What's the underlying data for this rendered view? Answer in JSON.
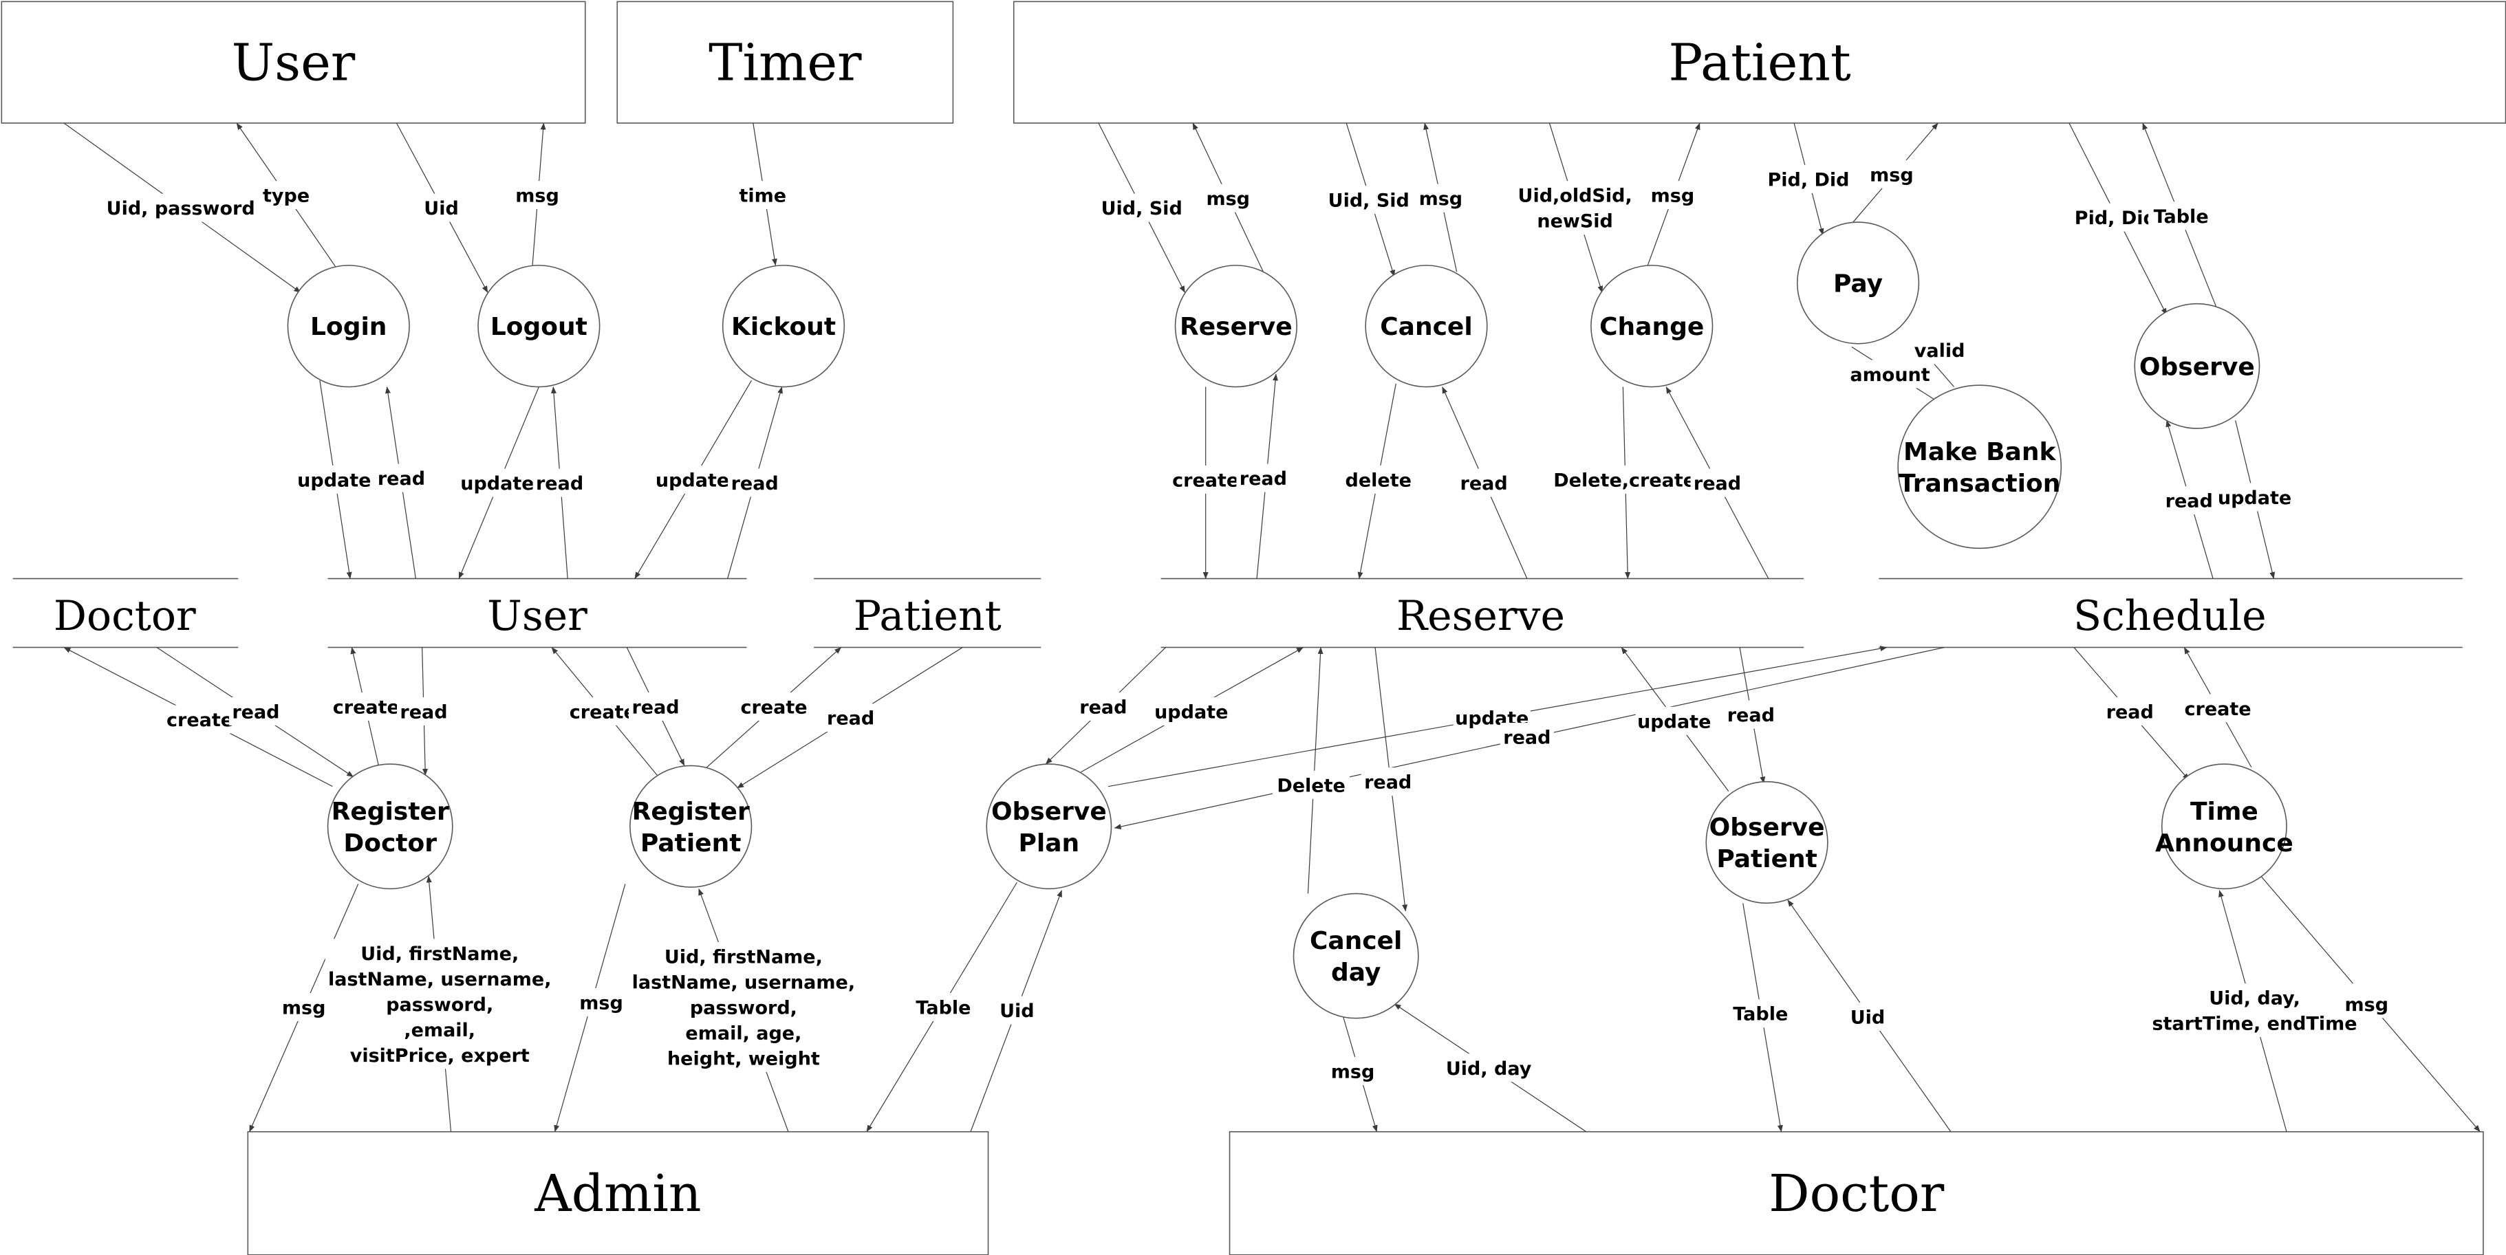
{
  "entities": [
    {
      "id": "user",
      "label": "User"
    },
    {
      "id": "timer",
      "label": "Timer"
    },
    {
      "id": "patient",
      "label": "Patient"
    },
    {
      "id": "admin",
      "label": "Admin"
    },
    {
      "id": "doctor",
      "label": "Doctor"
    }
  ],
  "stores": [
    {
      "id": "doctor",
      "label": "Doctor"
    },
    {
      "id": "user",
      "label": "User"
    },
    {
      "id": "patient",
      "label": "Patient"
    },
    {
      "id": "reserve",
      "label": "Reserve"
    },
    {
      "id": "schedule",
      "label": "Schedule"
    }
  ],
  "processes": [
    {
      "id": "login",
      "lines": [
        "Login"
      ]
    },
    {
      "id": "logout",
      "lines": [
        "Logout"
      ]
    },
    {
      "id": "kickout",
      "lines": [
        "Kickout"
      ]
    },
    {
      "id": "reserve",
      "lines": [
        "Reserve"
      ]
    },
    {
      "id": "cancel",
      "lines": [
        "Cancel"
      ]
    },
    {
      "id": "change",
      "lines": [
        "Change"
      ]
    },
    {
      "id": "pay",
      "lines": [
        "Pay"
      ]
    },
    {
      "id": "bank",
      "lines": [
        "Make Bank",
        "Transaction"
      ]
    },
    {
      "id": "observe",
      "lines": [
        "Observe"
      ]
    },
    {
      "id": "regdoctor",
      "lines": [
        "Register",
        "Doctor"
      ]
    },
    {
      "id": "regpatient",
      "lines": [
        "Register",
        "Patient"
      ]
    },
    {
      "id": "observeplan",
      "lines": [
        "Observe",
        "Plan"
      ]
    },
    {
      "id": "cancelday",
      "lines": [
        "Cancel",
        "day"
      ]
    },
    {
      "id": "observepatient",
      "lines": [
        "Observe",
        "Patient"
      ]
    },
    {
      "id": "timeannounce",
      "lines": [
        "Time",
        "Announce"
      ]
    }
  ],
  "flows": [
    {
      "id": "user-login-in",
      "lines": [
        "Uid, password"
      ]
    },
    {
      "id": "login-user-type",
      "lines": [
        "type"
      ]
    },
    {
      "id": "user-logout-in",
      "lines": [
        "Uid"
      ]
    },
    {
      "id": "logout-user-msg",
      "lines": [
        "msg"
      ]
    },
    {
      "id": "timer-kickout-time",
      "lines": [
        "time"
      ]
    },
    {
      "id": "login-store-update",
      "lines": [
        "update"
      ]
    },
    {
      "id": "store-login-read",
      "lines": [
        "read"
      ]
    },
    {
      "id": "logout-store-update",
      "lines": [
        "update"
      ]
    },
    {
      "id": "store-logout-read",
      "lines": [
        "read"
      ]
    },
    {
      "id": "kickout-store-update",
      "lines": [
        "update"
      ]
    },
    {
      "id": "store-kickout-read",
      "lines": [
        "read"
      ]
    },
    {
      "id": "patient-reserve-in",
      "lines": [
        "Uid, Sid"
      ]
    },
    {
      "id": "reserve-patient-msg",
      "lines": [
        "msg"
      ]
    },
    {
      "id": "patient-cancel-in",
      "lines": [
        "Uid, Sid"
      ]
    },
    {
      "id": "cancel-patient-msg",
      "lines": [
        "msg"
      ]
    },
    {
      "id": "patient-change-in",
      "lines": [
        "Uid,oldSid,",
        "newSid"
      ]
    },
    {
      "id": "change-patient-msg",
      "lines": [
        "msg"
      ]
    },
    {
      "id": "patient-pay-in",
      "lines": [
        "Pid, Did"
      ]
    },
    {
      "id": "pay-patient-msg",
      "lines": [
        "msg"
      ]
    },
    {
      "id": "patient-observe-in",
      "lines": [
        "Pid, Did"
      ]
    },
    {
      "id": "observe-patient-table",
      "lines": [
        "Table"
      ]
    },
    {
      "id": "pay-bank-amount",
      "lines": [
        "amount"
      ]
    },
    {
      "id": "bank-pay-valid",
      "lines": [
        "valid"
      ]
    },
    {
      "id": "reserve-store-create",
      "lines": [
        "create"
      ]
    },
    {
      "id": "store-reserve-read",
      "lines": [
        "read"
      ]
    },
    {
      "id": "cancel-store-delete",
      "lines": [
        "delete"
      ]
    },
    {
      "id": "store-cancel-read",
      "lines": [
        "read"
      ]
    },
    {
      "id": "change-store-deletecreate",
      "lines": [
        "Delete,create"
      ]
    },
    {
      "id": "store-change-read",
      "lines": [
        "read"
      ]
    },
    {
      "id": "schedule-observe-read",
      "lines": [
        "read"
      ]
    },
    {
      "id": "observe-schedule-update",
      "lines": [
        "update"
      ]
    },
    {
      "id": "regdoctor-doctorstore-create",
      "lines": [
        "create"
      ]
    },
    {
      "id": "doctorstore-regdoctor-read",
      "lines": [
        "read"
      ]
    },
    {
      "id": "regdoctor-userstore-create",
      "lines": [
        "create"
      ]
    },
    {
      "id": "userstore-regdoctor-read",
      "lines": [
        "read"
      ]
    },
    {
      "id": "regpatient-userstore-create",
      "lines": [
        "create"
      ]
    },
    {
      "id": "userstore-regpatient-read",
      "lines": [
        "read"
      ]
    },
    {
      "id": "regpatient-patientstore-create",
      "lines": [
        "create"
      ]
    },
    {
      "id": "patientstore-regpatient-read",
      "lines": [
        "read"
      ]
    },
    {
      "id": "reservestore-observeplan-read",
      "lines": [
        "read"
      ]
    },
    {
      "id": "observeplan-reservestore-update",
      "lines": [
        "update"
      ]
    },
    {
      "id": "observeplan-schedule-update",
      "lines": [
        "update"
      ]
    },
    {
      "id": "schedule-observeplan-read",
      "lines": [
        "read"
      ]
    },
    {
      "id": "cancelday-reservestore-delete",
      "lines": [
        "Delete"
      ]
    },
    {
      "id": "reservestore-cancelday-read",
      "lines": [
        "read"
      ]
    },
    {
      "id": "observepatient-reservestore-update",
      "lines": [
        "update"
      ]
    },
    {
      "id": "reservestore-observepatient-read",
      "lines": [
        "read"
      ]
    },
    {
      "id": "schedule-timeannounce-read",
      "lines": [
        "read"
      ]
    },
    {
      "id": "timeannounce-schedule-create",
      "lines": [
        "create"
      ]
    },
    {
      "id": "regdoctor-admin-msg",
      "lines": [
        "msg"
      ]
    },
    {
      "id": "admin-regdoctor-in",
      "lines": [
        "Uid, firstName,",
        "lastName, username,",
        "password,",
        ",email,",
        "visitPrice, expert"
      ]
    },
    {
      "id": "regpatient-admin-msg",
      "lines": [
        "msg"
      ]
    },
    {
      "id": "admin-regpatient-in",
      "lines": [
        "Uid, firstName,",
        "lastName, username,",
        "password,",
        "email, age,",
        "height, weight"
      ]
    },
    {
      "id": "observeplan-admin-table",
      "lines": [
        "Table"
      ]
    },
    {
      "id": "admin-observeplan-uid",
      "lines": [
        "Uid"
      ]
    },
    {
      "id": "cancelday-doctor-msg",
      "lines": [
        "msg"
      ]
    },
    {
      "id": "doctor-cancelday-in",
      "lines": [
        "Uid, day"
      ]
    },
    {
      "id": "observepatient-doctor-table",
      "lines": [
        "Table"
      ]
    },
    {
      "id": "doctor-observepatient-uid",
      "lines": [
        "Uid"
      ]
    },
    {
      "id": "doctor-timeannounce-in",
      "lines": [
        "Uid, day,",
        "startTime, endTime"
      ]
    },
    {
      "id": "timeannounce-doctor-msg",
      "lines": [
        "msg"
      ]
    }
  ]
}
